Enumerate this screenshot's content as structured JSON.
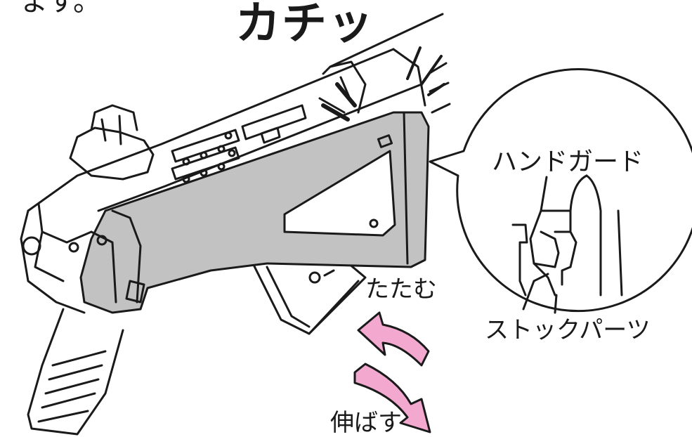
{
  "top_caption": "ます。",
  "sound_effect": "カチッ",
  "labels": {
    "handguard": "ハンドガード",
    "fold": "たたむ",
    "stock_parts": "ストックパーツ",
    "extend": "伸ばす"
  },
  "colors": {
    "line": "#1a1a1a",
    "stock_fill": "#c2c2c2",
    "arrow_fill": "#f2a8cf"
  },
  "icons": [
    "rifle-illustration",
    "folding-stock",
    "fold-arrow-icon",
    "extend-arrow-icon",
    "detail-magnifier-circle"
  ]
}
